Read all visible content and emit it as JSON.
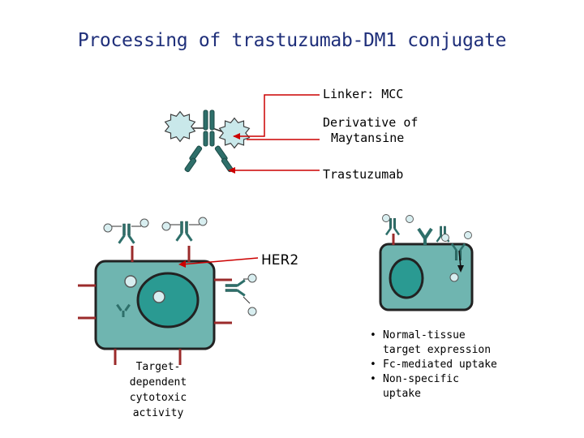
{
  "title": "Processing of trastuzumab-DM1 conjugate",
  "labels": {
    "linker": "Linker: MCC",
    "derivative_line1": "Derivative of",
    "derivative_line2": "Maytansine",
    "trastuzumab": "Trastuzumab",
    "her2": "HER2",
    "target_line1": "Target-",
    "target_line2": "dependent",
    "target_line3": "cytotoxic",
    "target_line4": "activity"
  },
  "bullets": [
    {
      "line1": "Normal-tissue",
      "line2": "target expression"
    },
    {
      "line1": "Fc-mediated uptake",
      "line2": ""
    },
    {
      "line1": "Non-specific",
      "line2": "uptake"
    }
  ],
  "colors": {
    "title": "#1f2f7a",
    "cell_fill": "#6fb5b0",
    "nucleus_fill": "#2a9a92",
    "antibody": "#2e6f6a",
    "drug_fill": "#c9e8ea",
    "receptor": "#9b2b2b",
    "arrow": "#cc0000"
  }
}
